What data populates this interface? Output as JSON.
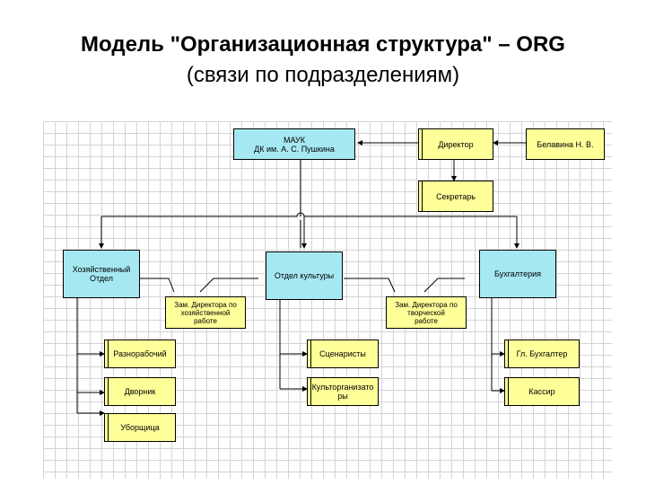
{
  "title": "Модель \"Организационная структура\" – ORG",
  "subtitle": "(связи по подразделениям)",
  "colors": {
    "unit": "#a6e8f2",
    "position": "#ffff99",
    "line": "#000000",
    "grid": "#d4d4d4"
  },
  "nodes": {
    "mauk": "МАУК\nДК им. А. С. Пушкина",
    "director": "Директор",
    "person": "Белавина Н. В.",
    "secretary": "Секретарь",
    "household_dept": "Хозяйственный\nОтдел",
    "culture_dept": "Отдел культуры",
    "accounting": "Бухгалтерия",
    "deputy_household": "Зам. Директора по\nхозяйственной\nработе",
    "deputy_creative": "Зам. Директора по\nтворческой\nработе",
    "handyman": "Разнорабочий",
    "janitor": "Дворник",
    "cleaner": "Уборщица",
    "screenwriters": "Сценаристы",
    "organizers": "Культорганизато\nры",
    "chief_accountant": "Гл. Бухгалтер",
    "cashier": "Кассир"
  }
}
